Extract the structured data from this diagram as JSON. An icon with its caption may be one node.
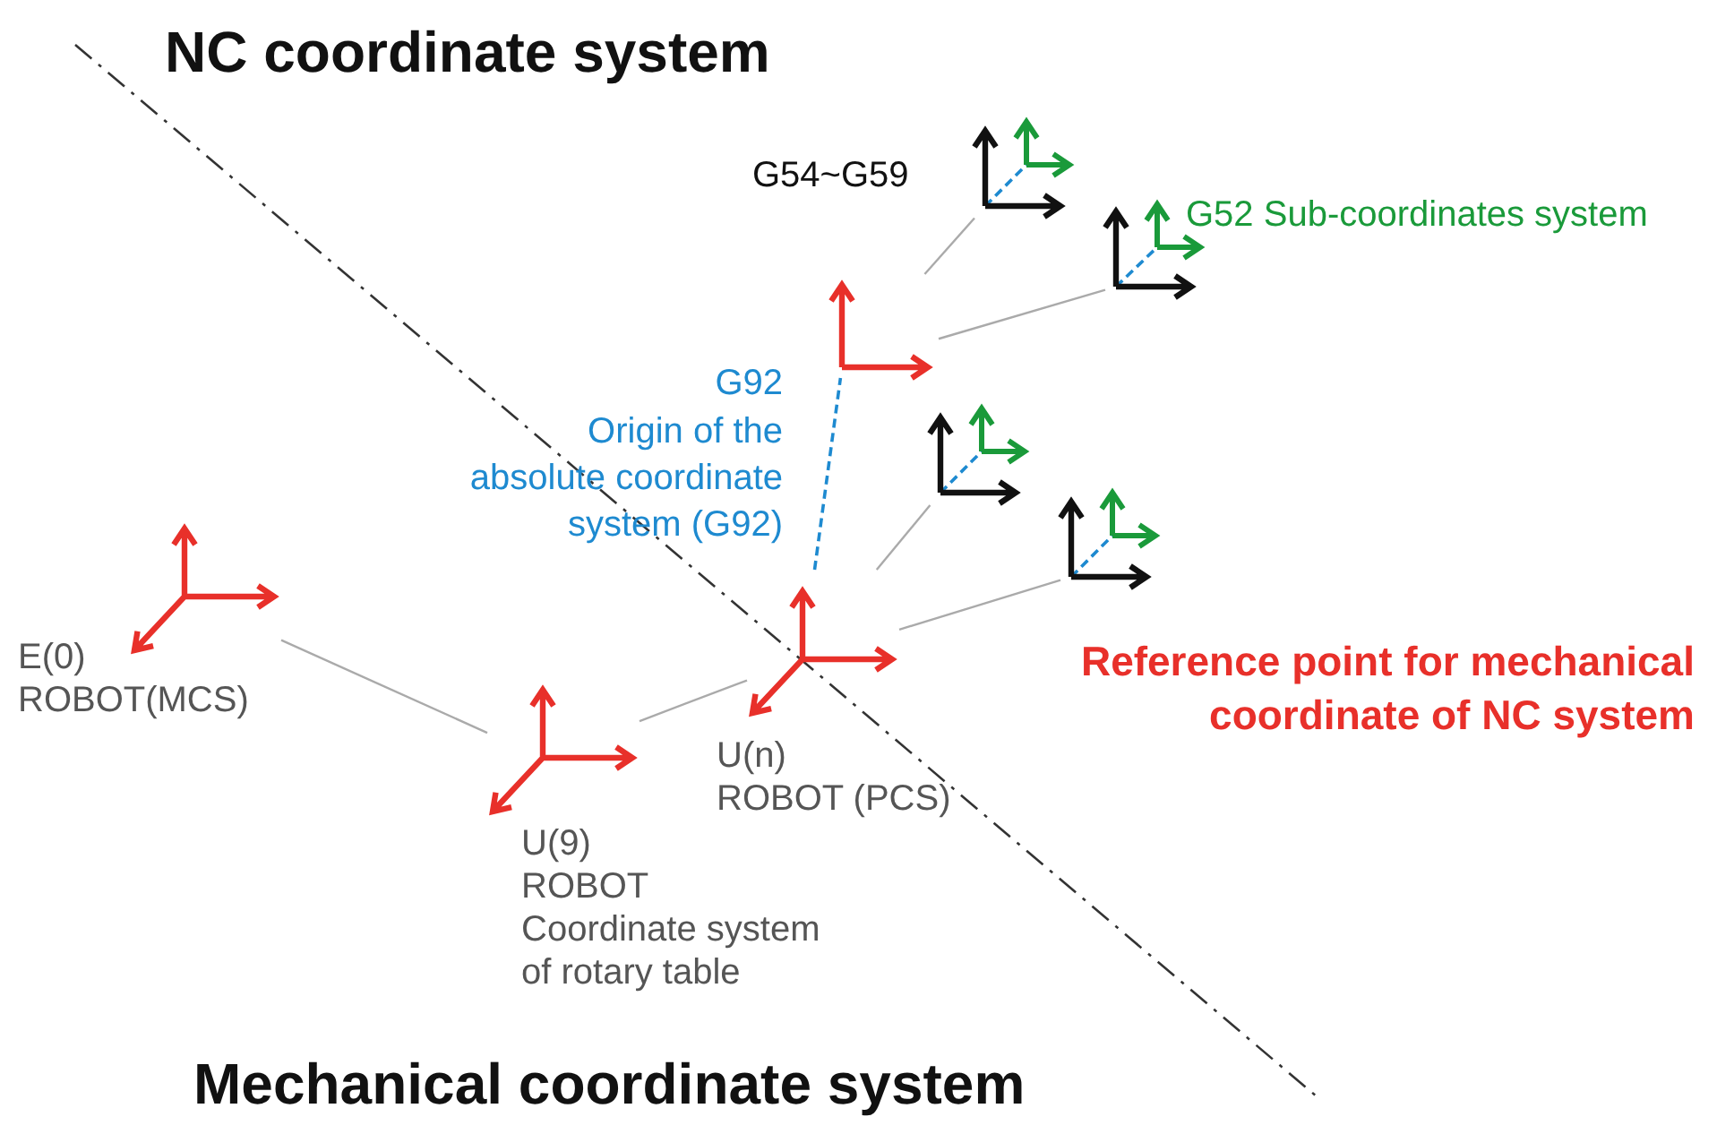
{
  "diagram": {
    "nodes": [
      {
        "text": [],
        "shape": "picture",
        "beside": [
          "E(0)",
          "ROBOT(MCS)"
        ]
      },
      {
        "text": [],
        "shape": "picture",
        "beside": [
          "U(9)",
          "ROBOT",
          "Coordinate system of rotary table"
        ]
      },
      {
        "text": [],
        "shape": "picture",
        "beside": [
          "U(n)",
          "ROBOT (PCS)"
        ]
      },
      {
        "text": [],
        "shape": "picture",
        "beside": [
          "G92",
          "Origin of the absolute coordinate system (G92)"
        ]
      },
      {
        "text": [],
        "shape": "picture",
        "beside": [
          "G54~G59"
        ]
      },
      {
        "text": [],
        "shape": "picture"
      },
      {
        "text": [],
        "shape": "picture"
      },
      {
        "text": [],
        "shape": "picture",
        "beside": [
          "G52 Sub-coordinates system"
        ]
      },
      {
        "text": [],
        "shape": "picture"
      },
      {
        "text": [],
        "shape": "picture"
      },
      {
        "text": [],
        "shape": "picture"
      },
      {
        "text": [],
        "shape": "picture"
      }
    ],
    "edges": [
      {
        "from": 0,
        "to": 1,
        "arrow": "none"
      },
      {
        "from": 1,
        "to": 2,
        "arrow": "none"
      },
      {
        "from": 2,
        "to": 3,
        "arrow": "none",
        "style": "dashed",
        "color": "#1e8ad0"
      },
      {
        "from": 3,
        "to": 4,
        "arrow": "none"
      },
      {
        "from": 4,
        "to": 5,
        "arrow": "none",
        "style": "dashed",
        "color": "#1e8ad0"
      },
      {
        "from": 3,
        "to": 6,
        "arrow": "none"
      },
      {
        "from": 6,
        "to": 7,
        "arrow": "none",
        "style": "dashed",
        "color": "#1e8ad0"
      },
      {
        "from": 2,
        "to": 8,
        "arrow": "none"
      },
      {
        "from": 8,
        "to": 9,
        "arrow": "none",
        "style": "dashed",
        "color": "#1e8ad0"
      },
      {
        "from": 2,
        "to": 10,
        "arrow": "none"
      },
      {
        "from": 10,
        "to": 11,
        "arrow": "none",
        "style": "dashed",
        "color": "#1e8ad0"
      }
    ],
    "labels": [
      "NC coordinate system",
      "Reference point for mechanical coordinate of NC system",
      "Mechanical coordinate system"
    ]
  }
}
